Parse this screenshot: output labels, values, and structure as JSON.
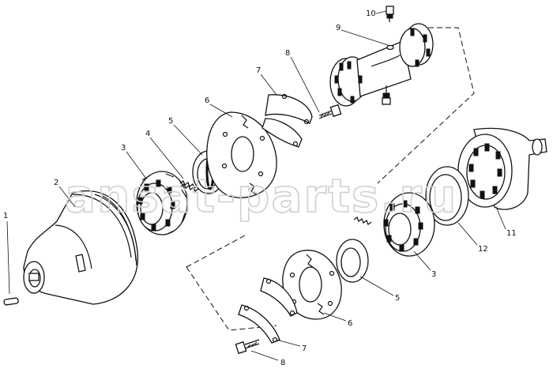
{
  "watermark": "ansat-parts.ru",
  "callouts": [
    {
      "id": "c1",
      "text": "1"
    },
    {
      "id": "c2",
      "text": "2"
    },
    {
      "id": "c3a",
      "text": "3"
    },
    {
      "id": "c4",
      "text": "4"
    },
    {
      "id": "c5a",
      "text": "5"
    },
    {
      "id": "c6a",
      "text": "6"
    },
    {
      "id": "c7a",
      "text": "7"
    },
    {
      "id": "c8a",
      "text": "8"
    },
    {
      "id": "c9",
      "text": "9"
    },
    {
      "id": "c10",
      "text": "10"
    },
    {
      "id": "c11",
      "text": "11"
    },
    {
      "id": "c12",
      "text": "12"
    },
    {
      "id": "c3b",
      "text": "3"
    },
    {
      "id": "c5b",
      "text": "5"
    },
    {
      "id": "c6b",
      "text": "6"
    },
    {
      "id": "c7b",
      "text": "7"
    },
    {
      "id": "c8b",
      "text": "8"
    }
  ]
}
